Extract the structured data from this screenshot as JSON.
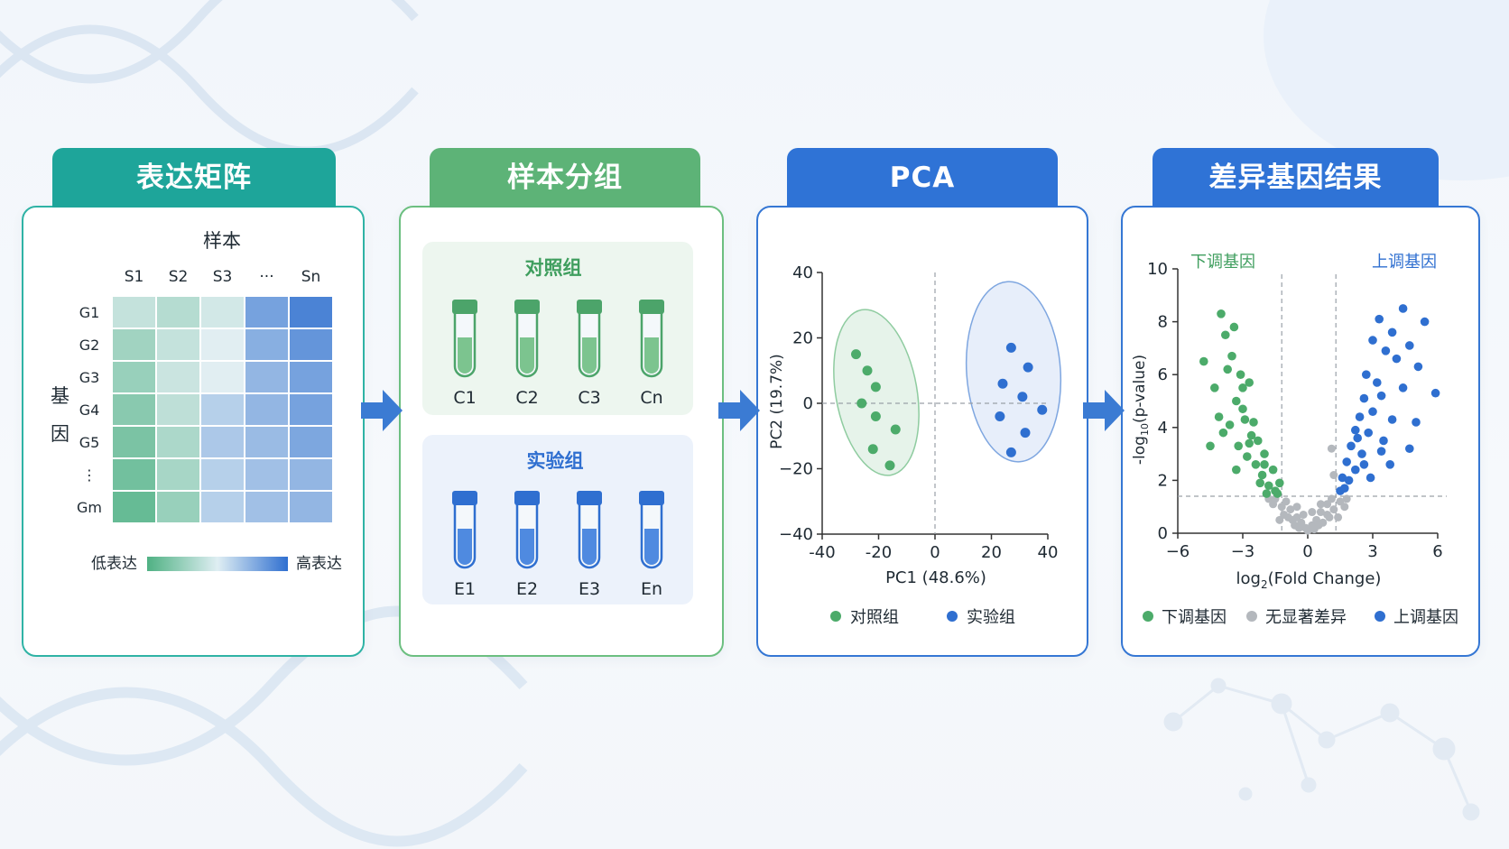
{
  "panels": {
    "expression_matrix": {
      "title": "表达矩阵",
      "sample_axis_label": "样本",
      "gene_axis_label": "基因",
      "sample_labels": [
        "S1",
        "S2",
        "S3",
        "···",
        "Sn"
      ],
      "gene_labels": [
        "G1",
        "G2",
        "G3",
        "G4",
        "G5",
        "⋮",
        "Gm"
      ],
      "legend_low": "低表达",
      "legend_high": "高表达"
    },
    "sample_grouping": {
      "title": "样本分组",
      "control_group": {
        "title": "对照组",
        "samples": [
          "C1",
          "C2",
          "C3",
          "Cn"
        ]
      },
      "treatment_group": {
        "title": "实验组",
        "samples": [
          "E1",
          "E2",
          "E3",
          "En"
        ]
      }
    },
    "pca": {
      "title": "PCA",
      "xlabel": "PC1 (48.6%)",
      "ylabel": "PC2 (19.7%)",
      "xticks": [
        "-40",
        "-20",
        "0",
        "20",
        "40"
      ],
      "yticks": [
        "40",
        "20",
        "0",
        "−20",
        "−40"
      ],
      "legend": [
        {
          "label": "对照组",
          "color": "#4cab6a"
        },
        {
          "label": "实验组",
          "color": "#2f6fd0"
        }
      ]
    },
    "volcano": {
      "title": "差异基因结果",
      "xlabel_prefix": "log",
      "xlabel_sub": "2",
      "xlabel_suffix": "(Fold Change)",
      "ylabel_prefix": "-log",
      "ylabel_sub": "10",
      "ylabel_suffix": "(p-value)",
      "xticks": [
        "−6",
        "−3",
        "0",
        "3",
        "6"
      ],
      "yticks": [
        "10",
        "8",
        "6",
        "4",
        "2",
        "0"
      ],
      "down_label": "下调基因",
      "up_label": "上调基因",
      "legend": [
        {
          "label": "下调基因",
          "color": "#4cab6a"
        },
        {
          "label": "无显著差异",
          "color": "#b4b8bd"
        },
        {
          "label": "上调基因",
          "color": "#2f6fd0"
        }
      ]
    }
  },
  "colors": {
    "teal": "#1ea59a",
    "green": "#5db377",
    "blue": "#2f73d6",
    "down_green": "#4cab6a",
    "up_blue": "#2f6fd0",
    "neutral_gray": "#b4b8bd"
  },
  "chart_data": [
    {
      "type": "heatmap",
      "rows": [
        "G1",
        "G2",
        "G3",
        "G4",
        "G5",
        "⋮",
        "Gm"
      ],
      "columns": [
        "S1",
        "S2",
        "S3",
        "···",
        "Sn"
      ],
      "values": [
        [
          0.4,
          0.35,
          0.45,
          0.8,
          0.92
        ],
        [
          0.28,
          0.4,
          0.5,
          0.75,
          0.85
        ],
        [
          0.25,
          0.42,
          0.5,
          0.72,
          0.8
        ],
        [
          0.2,
          0.38,
          0.62,
          0.72,
          0.8
        ],
        [
          0.15,
          0.32,
          0.65,
          0.7,
          0.78
        ],
        [
          0.12,
          0.3,
          0.62,
          0.68,
          0.72
        ],
        [
          0.08,
          0.25,
          0.62,
          0.68,
          0.72
        ]
      ],
      "scale": "低表达 → 高表达"
    },
    {
      "type": "scatter",
      "xlabel": "PC1 (48.6%)",
      "ylabel": "PC2 (19.7%)",
      "xlim": [
        -40,
        40
      ],
      "ylim": [
        -40,
        40
      ],
      "series": [
        {
          "name": "对照组",
          "points": [
            [
              -28,
              15
            ],
            [
              -24,
              10
            ],
            [
              -21,
              5
            ],
            [
              -26,
              0
            ],
            [
              -21,
              -4
            ],
            [
              -14,
              -8
            ],
            [
              -22,
              -14
            ],
            [
              -16,
              -19
            ]
          ]
        },
        {
          "name": "实验组",
          "points": [
            [
              27,
              17
            ],
            [
              33,
              11
            ],
            [
              24,
              6
            ],
            [
              31,
              2
            ],
            [
              38,
              -2
            ],
            [
              23,
              -4
            ],
            [
              32,
              -9
            ],
            [
              27,
              -15
            ]
          ]
        }
      ]
    },
    {
      "type": "scatter",
      "xlabel": "log2(Fold Change)",
      "ylabel": "-log10(p-value)",
      "xlim": [
        -6,
        6
      ],
      "ylim": [
        0,
        10
      ],
      "thresholds": {
        "fold_change": [
          -1.2,
          1.3
        ],
        "p_value_line": 1.4
      },
      "series": [
        {
          "name": "下调基因",
          "points": [
            [
              -4.0,
              8.3
            ],
            [
              -3.8,
              7.5
            ],
            [
              -3.4,
              7.8
            ],
            [
              -3.5,
              6.7
            ],
            [
              -3.7,
              6.2
            ],
            [
              -3.1,
              6.0
            ],
            [
              -4.8,
              6.5
            ],
            [
              -4.3,
              5.5
            ],
            [
              -3.3,
              5.0
            ],
            [
              -3.0,
              5.5
            ],
            [
              -2.7,
              5.7
            ],
            [
              -4.1,
              4.4
            ],
            [
              -3.6,
              4.1
            ],
            [
              -2.9,
              4.3
            ],
            [
              -2.6,
              3.7
            ],
            [
              -2.3,
              3.5
            ],
            [
              -4.5,
              3.3
            ],
            [
              -3.9,
              3.8
            ],
            [
              -3.2,
              3.3
            ],
            [
              -2.8,
              2.9
            ],
            [
              -2.4,
              2.6
            ],
            [
              -2.1,
              2.2
            ],
            [
              -1.8,
              1.8
            ],
            [
              -1.5,
              1.6
            ],
            [
              -1.3,
              1.9
            ],
            [
              -2.0,
              3.0
            ],
            [
              -2.5,
              4.2
            ],
            [
              -3.0,
              4.7
            ],
            [
              -1.9,
              1.5
            ],
            [
              -1.6,
              2.4
            ],
            [
              -2.2,
              1.9
            ],
            [
              -3.3,
              2.4
            ],
            [
              -1.4,
              1.5
            ],
            [
              -2.7,
              3.4
            ],
            [
              -2.0,
              2.6
            ]
          ]
        },
        {
          "name": "无显著差异",
          "points": [
            [
              -1.0,
              1.2
            ],
            [
              -0.8,
              0.9
            ],
            [
              -0.5,
              0.6
            ],
            [
              -0.3,
              0.4
            ],
            [
              -0.1,
              0.2
            ],
            [
              0.0,
              0.1
            ],
            [
              0.2,
              0.3
            ],
            [
              0.4,
              0.5
            ],
            [
              0.6,
              0.8
            ],
            [
              0.9,
              1.1
            ],
            [
              1.1,
              1.3
            ],
            [
              -1.2,
              1.0
            ],
            [
              1.2,
              0.9
            ],
            [
              -0.6,
              0.3
            ],
            [
              0.7,
              0.4
            ],
            [
              -0.9,
              0.6
            ],
            [
              0.9,
              0.7
            ],
            [
              -0.4,
              0.2
            ],
            [
              0.3,
              0.15
            ],
            [
              -1.5,
              1.3
            ],
            [
              1.5,
              1.2
            ],
            [
              -1.8,
              1.3
            ],
            [
              1.8,
              1.3
            ],
            [
              -1.1,
              0.7
            ],
            [
              1.0,
              0.6
            ],
            [
              -0.7,
              0.5
            ],
            [
              0.5,
              0.3
            ],
            [
              -1.3,
              0.5
            ],
            [
              1.4,
              0.6
            ],
            [
              -0.2,
              0.7
            ],
            [
              0.2,
              0.8
            ],
            [
              -0.5,
              1.0
            ],
            [
              0.6,
              1.1
            ],
            [
              1.2,
              2.2
            ],
            [
              1.1,
              3.2
            ],
            [
              -1.6,
              1.1
            ],
            [
              1.7,
              1.0
            ]
          ]
        },
        {
          "name": "上调基因",
          "points": [
            [
              4.4,
              8.5
            ],
            [
              3.3,
              8.1
            ],
            [
              5.4,
              8.0
            ],
            [
              3.9,
              7.6
            ],
            [
              3.0,
              7.3
            ],
            [
              4.7,
              7.1
            ],
            [
              3.6,
              6.9
            ],
            [
              4.1,
              6.6
            ],
            [
              5.1,
              6.3
            ],
            [
              2.7,
              6.0
            ],
            [
              3.2,
              5.7
            ],
            [
              4.4,
              5.5
            ],
            [
              2.6,
              5.1
            ],
            [
              3.4,
              5.2
            ],
            [
              3.0,
              4.6
            ],
            [
              2.4,
              4.4
            ],
            [
              3.9,
              4.3
            ],
            [
              2.2,
              3.9
            ],
            [
              2.8,
              3.8
            ],
            [
              3.5,
              3.5
            ],
            [
              2.0,
              3.3
            ],
            [
              2.5,
              3.0
            ],
            [
              1.8,
              2.7
            ],
            [
              2.2,
              2.4
            ],
            [
              1.6,
              2.1
            ],
            [
              1.9,
              2.0
            ],
            [
              1.5,
              1.6
            ],
            [
              2.9,
              2.1
            ],
            [
              3.4,
              3.1
            ],
            [
              5.0,
              4.2
            ],
            [
              5.9,
              5.3
            ],
            [
              4.7,
              3.2
            ],
            [
              2.6,
              2.6
            ],
            [
              1.7,
              1.7
            ],
            [
              2.3,
              3.6
            ],
            [
              3.8,
              2.6
            ]
          ]
        }
      ]
    }
  ]
}
